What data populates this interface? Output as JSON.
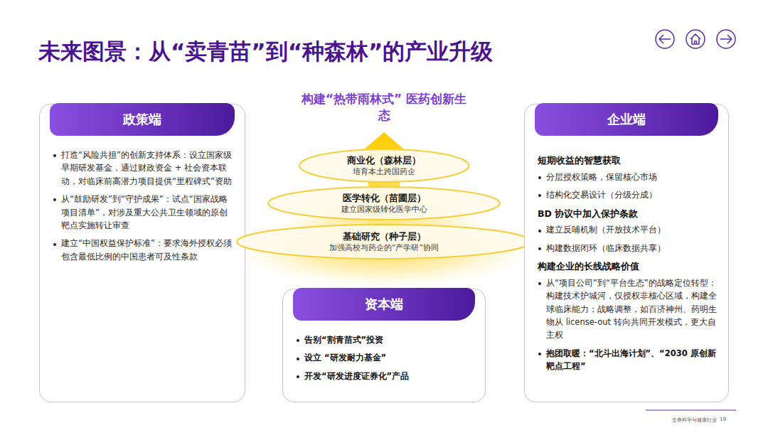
{
  "diagram": {
    "title": "未来图景：从“卖青苗”到“种森林”的产业升级",
    "nodes": [
      {
        "text": [
          "政策端",
          "打造“风险共担”的创新支持体系：设立国家级早期研发基金，通过财政资金 + 社会资本联动，对临床前高潜力项目提供“里程碑式”资助",
          "从“鼓励研发”到“守护成果”：试点“国家战略项目清单”，对涉及重大公共卫生领域的原创靶点实施转让审查",
          "建立“中国权益保护标准”：要求海外授权必须包含最低比例的中国患者可及性条款"
        ]
      },
      {
        "text": [
          "商业化（森林层）",
          "培育本土跨国药企"
        ]
      },
      {
        "text": [
          "医学转化（苗圃层）",
          "建立国家级转化医学中心"
        ]
      },
      {
        "text": [
          "基础研究（种子层）",
          "加强高校与药企的“产学研”协同"
        ]
      },
      {
        "text": [
          "企业端",
          "短期收益的智慧获取",
          "分层授权策略，保留核心市场",
          "结构化交易设计（分级分成）",
          "BD 协议中加入保护条款",
          "建立反哺机制（开放技术平台）",
          "构建数据闭环（临床数据共享）",
          "构建企业的长线战略价值",
          "从“项目公司”到“平台生态”的战略定位转型：构建技术护城河，仅授权非核心区域，构建全球临床能力；战略调整，如百济神州、药明生物从 license-out 转向共同开发模式，更大自主权",
          "抱团取暖：“北斗出海计划”、“2030 原创新靶点工程”"
        ]
      },
      {
        "text": [
          "资本端",
          "告别“割青苗式”投资",
          "设立 “研发耐力基金”",
          "开发“研发进度证券化”产品"
        ]
      }
    ],
    "labels": [
      "构建“热带雨林式” 医药创新生态",
      "生命科学与健康行业",
      "19"
    ]
  }
}
